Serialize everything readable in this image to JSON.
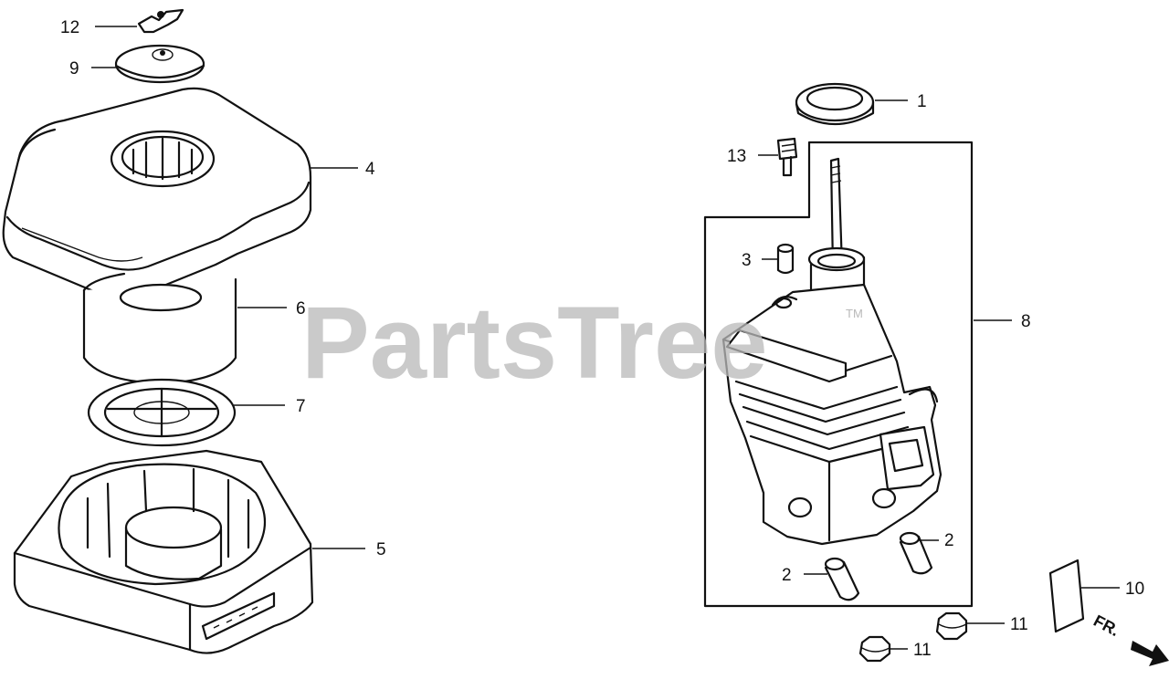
{
  "watermark": {
    "text": "PartsTree",
    "trademark": "TM"
  },
  "direction_label": "FR.",
  "callouts": [
    {
      "id": "callout-12",
      "number": "12"
    },
    {
      "id": "callout-9",
      "number": "9"
    },
    {
      "id": "callout-4",
      "number": "4"
    },
    {
      "id": "callout-6",
      "number": "6"
    },
    {
      "id": "callout-7",
      "number": "7"
    },
    {
      "id": "callout-5",
      "number": "5"
    },
    {
      "id": "callout-1",
      "number": "1"
    },
    {
      "id": "callout-13",
      "number": "13"
    },
    {
      "id": "callout-3",
      "number": "3"
    },
    {
      "id": "callout-8",
      "number": "8"
    },
    {
      "id": "callout-2a",
      "number": "2"
    },
    {
      "id": "callout-2b",
      "number": "2"
    },
    {
      "id": "callout-10",
      "number": "10"
    },
    {
      "id": "callout-11a",
      "number": "11"
    },
    {
      "id": "callout-11b",
      "number": "11"
    }
  ]
}
